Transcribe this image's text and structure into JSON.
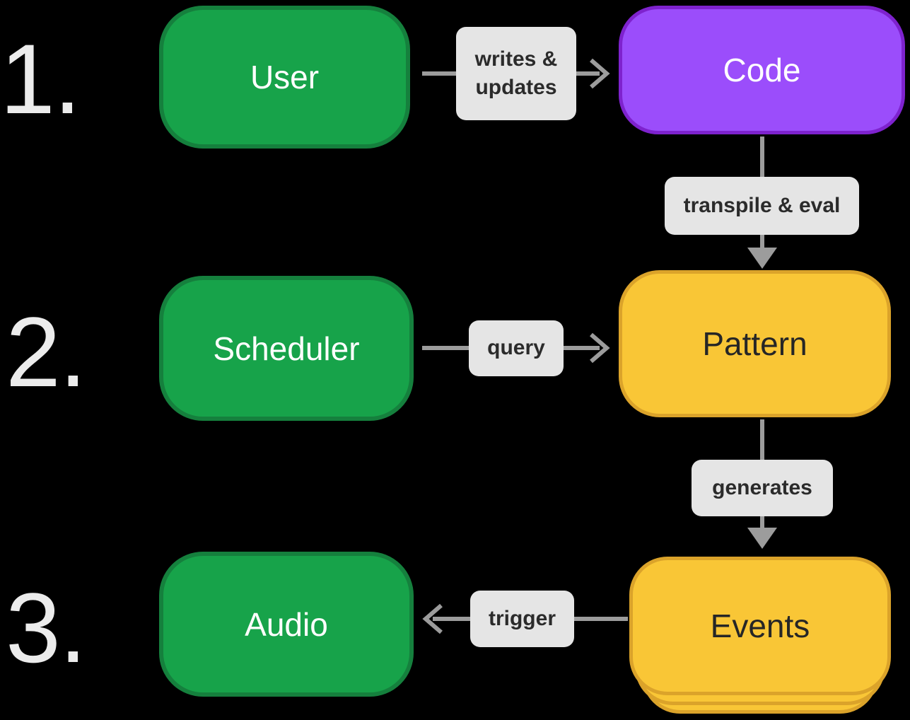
{
  "steps": [
    {
      "label": "1."
    },
    {
      "label": "2."
    },
    {
      "label": "3."
    }
  ],
  "nodes": {
    "user": {
      "label": "User"
    },
    "code": {
      "label": "Code"
    },
    "scheduler": {
      "label": "Scheduler"
    },
    "pattern": {
      "label": "Pattern"
    },
    "audio": {
      "label": "Audio"
    },
    "events": {
      "label": "Events"
    }
  },
  "edge_labels": {
    "writes_updates": {
      "lines": [
        "writes &",
        "updates"
      ]
    },
    "transpile_eval": {
      "label": "transpile & eval"
    },
    "query": {
      "label": "query"
    },
    "generates": {
      "label": "generates"
    },
    "trigger": {
      "label": "trigger"
    }
  },
  "colors": {
    "background": "#000000",
    "number_text": "#ECECEC",
    "node_text_light": "#FFFFFF",
    "node_text_dark": "#262626",
    "green_fill": "#17A34A",
    "green_border": "#15803D",
    "purple_fill": "#9B4DFB",
    "purple_border": "#7E22CE",
    "gold_fill": "#F9C636",
    "gold_border": "#DBA32A",
    "label_bg": "#E5E5E5",
    "label_text": "#2B2B2B",
    "arrow": "#9C9C9C"
  }
}
